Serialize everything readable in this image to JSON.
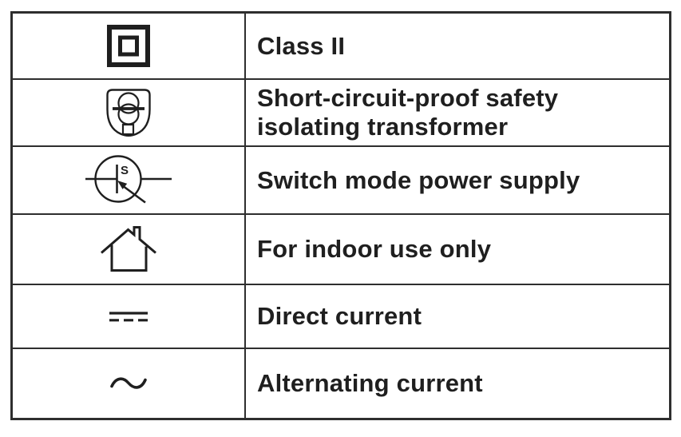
{
  "table": {
    "rows": [
      {
        "icon": "class-ii-icon",
        "label": "Class II"
      },
      {
        "icon": "isolating-transformer-icon",
        "label": "Short-circuit-proof safety isolating transformer"
      },
      {
        "icon": "switch-mode-power-supply-icon",
        "label": "Switch mode power supply",
        "symbol_text": "S"
      },
      {
        "icon": "indoor-use-only-icon",
        "label": "For indoor use only"
      },
      {
        "icon": "direct-current-icon",
        "label": "Direct current"
      },
      {
        "icon": "alternating-current-icon",
        "label": "Alternating current"
      }
    ]
  },
  "colors": {
    "ink": "#1f1f1f",
    "grid_line": "#2e2e2e",
    "background": "#ffffff"
  }
}
